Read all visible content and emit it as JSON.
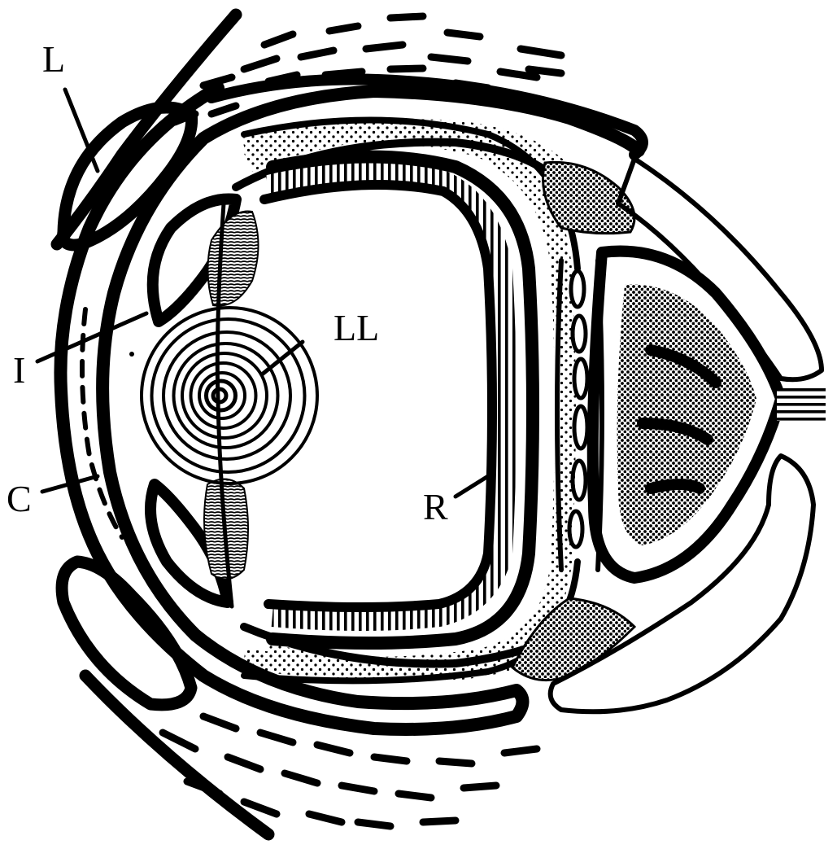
{
  "colors": {
    "ink": "#000000",
    "paper": "#ffffff"
  },
  "labels": {
    "lid": "L",
    "iris": "I",
    "cornea": "C",
    "lens": "LL",
    "retina": "R"
  }
}
